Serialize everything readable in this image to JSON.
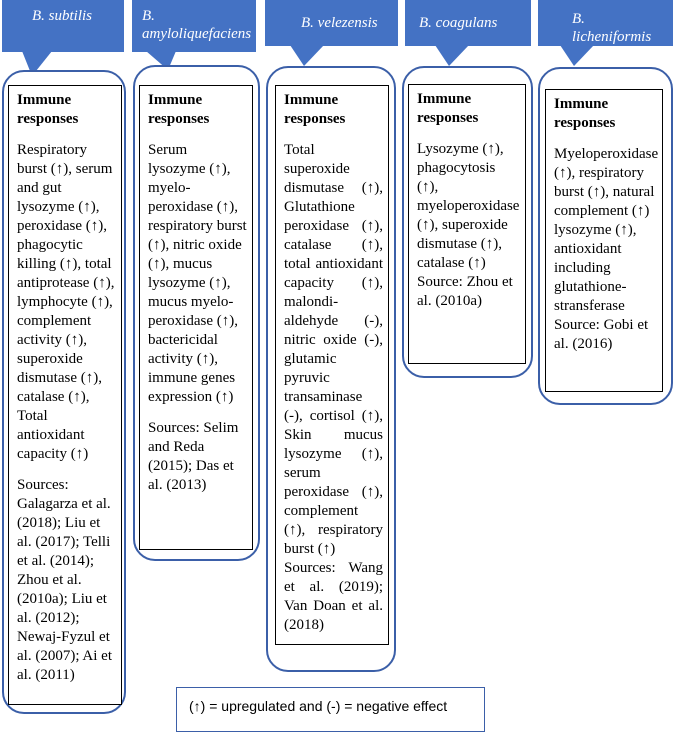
{
  "columns": [
    {
      "species": "B. subtilis",
      "heading": "Immune responses",
      "responses": "Respiratory burst (↑), serum and gut lysozyme (↑), peroxidase (↑), phagocytic killing (↑), total antiprotease (↑), lymphocyte (↑), complement activity (↑), superoxide dismutase (↑), catalase (↑), Total antioxidant capacity (↑)",
      "sources": "Sources: Galagarza et al. (2018); Liu et al. (2017); Telli et al. (2014); Zhou et al. (2010a); Liu et al. (2012); Newaj-Fyzul et al. (2007); Ai et al. (2011)"
    },
    {
      "species": "B. amyloliquefaciens",
      "heading": "Immune responses",
      "responses": "Serum lysozyme (↑), myelo-peroxidase (↑), respiratory burst (↑), nitric oxide (↑), mucus lysozyme (↑), mucus myelo-peroxidase (↑), bactericidal activity (↑), immune genes expression (↑)",
      "sources": "Sources: Selim and Reda (2015); Das et al. (2013)"
    },
    {
      "species": "B. velezensis",
      "heading": "Immune responses",
      "responses": "Total superoxide dismutase (↑), Glutathione peroxidase (↑), catalase (↑), total antioxidant capacity (↑), malondi-aldehyde (-), nitric oxide (-), glutamic pyruvic transaminase (-), cortisol (↑), Skin mucus lysozyme (↑), serum peroxidase (↑), complement (↑), respiratory burst (↑)",
      "sources": "Sources: Wang et al. (2019); Van Doan et al. (2018)"
    },
    {
      "species": "B. coagulans",
      "heading": "Immune responses",
      "responses": "Lysozyme (↑), phagocytosis (↑), myeloperoxidase (↑), superoxide dismutase (↑), catalase (↑)",
      "sources": "Source: Zhou et al. (2010a)"
    },
    {
      "species": "B. licheniformis",
      "heading": "Immune responses",
      "responses": "Myeloperoxidase (↑), respiratory burst (↑), natural complement (↑) lysozyme (↑), antioxidant including glutathione-stransferase",
      "sources": "Source: Gobi et al. (2016)"
    }
  ],
  "legend": "(↑) = upregulated and (-) = negative effect",
  "colors": {
    "callout_fill": "#4472c4",
    "pill_border": "#3b5fa8",
    "inner_border": "#000000"
  }
}
